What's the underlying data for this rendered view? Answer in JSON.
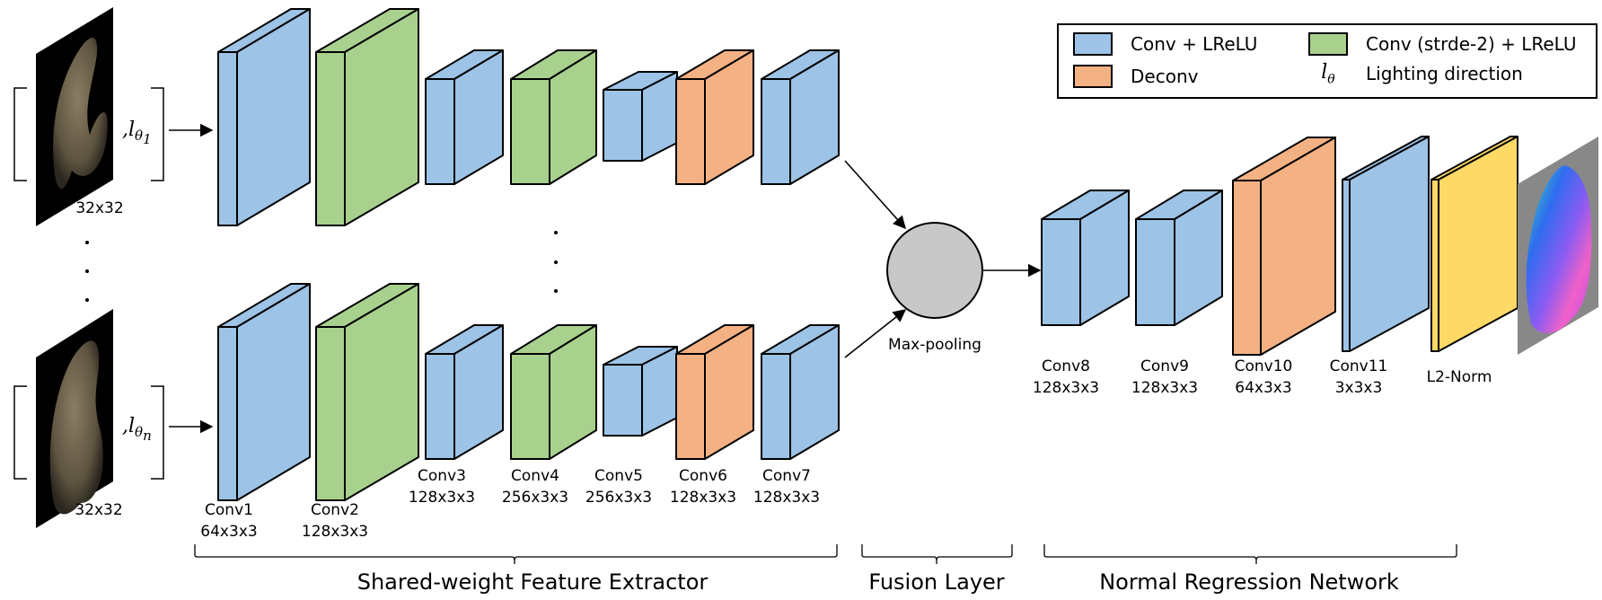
{
  "colors": {
    "conv_lrelu": "#9dc3e6",
    "conv_stride2": "#a9d18e",
    "deconv": "#f4b183",
    "l2norm": "#ffd966",
    "maxpool": "#c8c8c8",
    "input_bg": "#000000",
    "normal_bg": "#888888"
  },
  "legend": {
    "items": [
      {
        "type": "conv_lrelu",
        "label": "Conv + LReLU"
      },
      {
        "type": "conv_stride2",
        "label": "Conv (strde-2) + LReLU"
      },
      {
        "type": "deconv",
        "label": "Deconv"
      },
      {
        "type": "symbol",
        "symbol": "l",
        "subscript": "θ",
        "label": "Lighting direction"
      }
    ]
  },
  "inputs": [
    {
      "size_label": "32x32",
      "lighting_symbol": "l",
      "lighting_sub": "θ",
      "lighting_index": "1"
    },
    {
      "size_label": "32x32",
      "lighting_symbol": "l",
      "lighting_sub": "θ",
      "lighting_index": "n"
    }
  ],
  "feature_extractor_layers": [
    {
      "name": "Conv1",
      "params": "64x3x3",
      "type": "conv_lrelu"
    },
    {
      "name": "Conv2",
      "params": "128x3x3",
      "type": "conv_stride2"
    },
    {
      "name": "Conv3",
      "params": "128x3x3",
      "type": "conv_lrelu"
    },
    {
      "name": "Conv4",
      "params": "256x3x3",
      "type": "conv_stride2"
    },
    {
      "name": "Conv5",
      "params": "256x3x3",
      "type": "conv_lrelu"
    },
    {
      "name": "Conv6",
      "params": "128x3x3",
      "type": "deconv"
    },
    {
      "name": "Conv7",
      "params": "128x3x3",
      "type": "conv_lrelu"
    }
  ],
  "fusion": {
    "label": "Max-pooling"
  },
  "regression_layers": [
    {
      "name": "Conv8",
      "params": "128x3x3",
      "type": "conv_lrelu"
    },
    {
      "name": "Conv9",
      "params": "128x3x3",
      "type": "conv_lrelu"
    },
    {
      "name": "Conv10",
      "params": "64x3x3",
      "type": "deconv"
    },
    {
      "name": "Conv11",
      "params": "3x3x3",
      "type": "conv_lrelu"
    },
    {
      "name": "L2-Norm",
      "params": "",
      "type": "l2norm"
    }
  ],
  "groups": [
    {
      "label": "Shared-weight Feature Extractor"
    },
    {
      "label": "Fusion Layer"
    },
    {
      "label": "Normal Regression Network"
    }
  ]
}
